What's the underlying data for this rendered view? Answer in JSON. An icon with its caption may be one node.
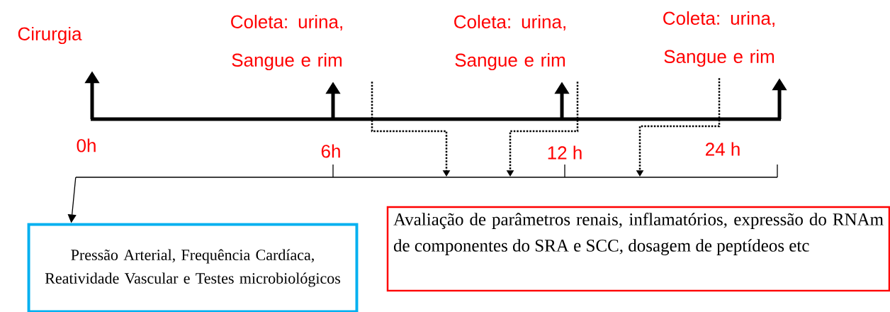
{
  "diagram": {
    "nodes": [
      {
        "text": [
          "Cirurgia"
        ]
      },
      {
        "text": [
          "Coleta: urina, Sangue e rim"
        ]
      },
      {
        "text": [
          "Coleta: urina, Sangue e rim"
        ]
      },
      {
        "text": [
          "Coleta: urina, Sangue e rim"
        ]
      },
      {
        "text": [
          "Pressão Arterial, Frequência Cardíaca, Reatividade Vascular e Testes microbiológicos"
        ]
      },
      {
        "text": [
          "Avaliação de parâmetros renais, inflamatórios, expressão do RNAm de componentes do SRA e SCC, dosagem de peptídeos etc"
        ]
      },
      {
        "text": [],
        "shape": "bar"
      },
      {
        "text": [],
        "shape": "bar"
      }
    ],
    "edges": [
      {
        "from": 6,
        "to": 0,
        "arrow": "to",
        "style": "thick"
      },
      {
        "from": 6,
        "to": 1,
        "arrow": "to",
        "style": "thick"
      },
      {
        "from": 6,
        "to": 2,
        "arrow": "to",
        "style": "thick"
      },
      {
        "from": 6,
        "to": 3,
        "arrow": "to",
        "style": "thick"
      },
      {
        "from": 1,
        "to": 7,
        "arrow": "to",
        "style": "dashed"
      },
      {
        "from": 2,
        "to": 7,
        "arrow": "to",
        "style": "dashed"
      },
      {
        "from": 3,
        "to": 7,
        "arrow": "to",
        "style": "dashed"
      },
      {
        "from": 7,
        "to": 4,
        "arrow": "to"
      }
    ],
    "labels": [
      "0h",
      "6h",
      "12 h",
      "24 h"
    ]
  }
}
